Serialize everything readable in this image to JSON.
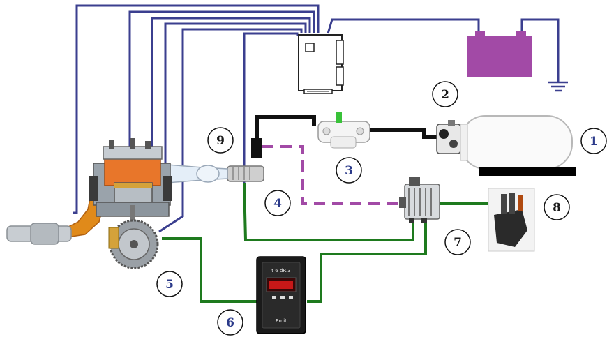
{
  "callouts": [
    {
      "id": "1",
      "label": "1"
    },
    {
      "id": "2",
      "label": "2"
    },
    {
      "id": "3",
      "label": "3"
    },
    {
      "id": "4",
      "label": "4"
    },
    {
      "id": "5",
      "label": "5"
    },
    {
      "id": "6",
      "label": "6"
    },
    {
      "id": "7",
      "label": "7"
    },
    {
      "id": "8",
      "label": "8"
    },
    {
      "id": "9",
      "label": "9"
    }
  ],
  "controller_display": {
    "top_text": "t 6 dR.3",
    "brand_text": "Emit"
  },
  "colors": {
    "blue_wire": "#3b3f8f",
    "green_wire": "#1e7a1e",
    "purple_line": "#a24aa6",
    "battery": "#a24aa6",
    "black_pipe": "#111111",
    "callout_text_dark": "#1a1a1a",
    "callout_text_blue": "#2b3a8a"
  }
}
